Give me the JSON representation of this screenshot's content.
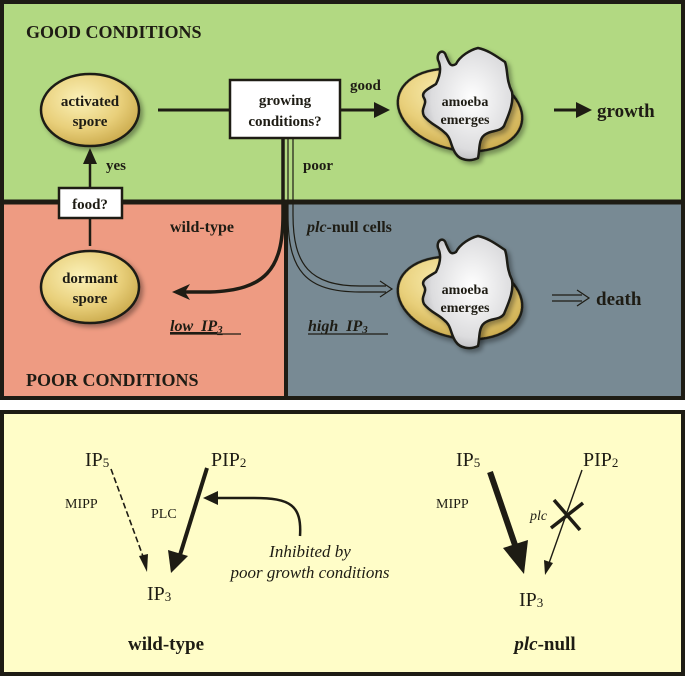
{
  "colors": {
    "good_bg": "#b2d982",
    "poor_bg": "#ee9b82",
    "null_bg": "#788a94",
    "bottom_bg": "#fffdc8",
    "border": "#1e1c14",
    "spore_fill": "#e8cf7a",
    "amoeba_fill": "#e6e6e8"
  },
  "top": {
    "good_title": "GOOD CONDITIONS",
    "poor_title": "POOR CONDITIONS",
    "activated_spore": [
      "activated",
      "spore"
    ],
    "dormant_spore": [
      "dormant",
      "spore"
    ],
    "food_box": "food?",
    "yes_label": "yes",
    "growing_box": [
      "growing",
      "conditions?"
    ],
    "good_label": "good",
    "poor_label": "poor",
    "amoeba_good": [
      "amoeba",
      "emerges"
    ],
    "growth_label": "growth",
    "wild_type_label": "wild-type",
    "plc_null_cells_italic": "plc",
    "plc_null_cells_rest": "-null cells",
    "low_ip3": "low  IP",
    "low_ip3_sub": "3",
    "high_ip3": "high  IP",
    "high_ip3_sub": "3",
    "amoeba_null": [
      "amoeba",
      "emerges"
    ],
    "death_label": "death"
  },
  "bottom": {
    "wild": {
      "ip5": "IP",
      "ip5_sub": "5",
      "pip2": "PIP",
      "pip2_sub": "2",
      "mipp": "MIPP",
      "plc": "PLC",
      "ip3": "IP",
      "ip3_sub": "3",
      "inhibited": [
        "Inhibited by",
        "poor growth conditions"
      ],
      "label": "wild-type"
    },
    "null": {
      "ip5": "IP",
      "ip5_sub": "5",
      "pip2": "PIP",
      "pip2_sub": "2",
      "mipp": "MIPP",
      "plc": "plc",
      "ip3": "IP",
      "ip3_sub": "3",
      "label_italic": "plc",
      "label_rest": "-null"
    }
  }
}
